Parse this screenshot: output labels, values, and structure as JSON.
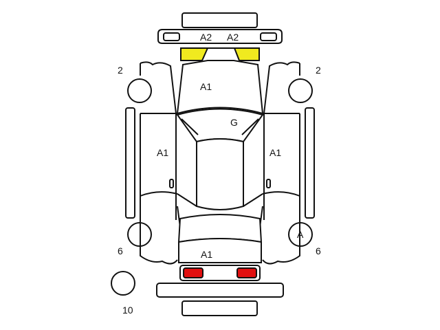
{
  "labels": {
    "front_bumper_left": "A2",
    "front_bumper_right": "A2",
    "hood": "A1",
    "roof": "G",
    "left_doors": "A1",
    "right_doors": "A1",
    "trunk": "A1",
    "front_left_wheel": "2",
    "front_right_wheel": "2",
    "rear_left_wheel": "6",
    "rear_right_wheel": "6",
    "rear_right_wheel_mark": "A",
    "spare_wheel": "10"
  },
  "colors": {
    "outline": "#111111",
    "headlight_fill": "#f0ea1f",
    "taillight_fill": "#e10f0f",
    "background": "#ffffff"
  }
}
